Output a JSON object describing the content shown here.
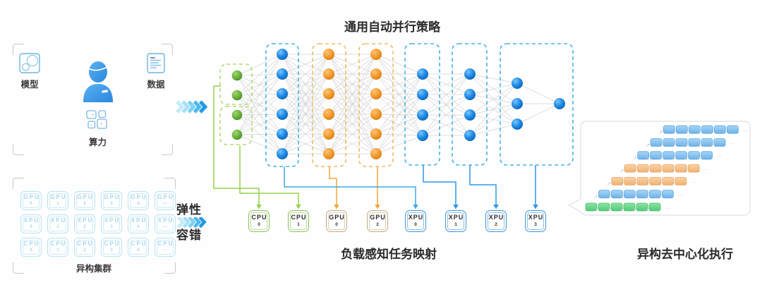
{
  "title": "通用自动并行策略",
  "left_panel": {
    "model_label": "模型",
    "data_label": "数据",
    "compute_label": "算力"
  },
  "cluster": {
    "caption": "异构集群",
    "rows": [
      {
        "type": "GPU",
        "units": [
          "0",
          "1",
          "2",
          "3",
          "4",
          "⋯"
        ]
      },
      {
        "type": "XPU",
        "units": [
          "0",
          "1",
          "2",
          "3",
          "4",
          "⋯"
        ]
      },
      {
        "type": "CPU",
        "units": [
          "0",
          "1",
          "2",
          "3",
          "4",
          "⋯"
        ]
      }
    ]
  },
  "elastic": {
    "top": "弹性",
    "bottom": "容错"
  },
  "network": {
    "layers": [
      {
        "color": "green",
        "nodes": 4,
        "groups": 2
      },
      {
        "color": "blue",
        "nodes": 6,
        "groups": 1
      },
      {
        "color": "orange",
        "nodes": 6,
        "groups": 1
      },
      {
        "color": "orange",
        "nodes": 6,
        "groups": 1
      },
      {
        "color": "blue",
        "nodes": 4,
        "groups": 1
      },
      {
        "color": "blue",
        "nodes": 4,
        "groups": 1
      },
      {
        "color": "blue",
        "nodes": 3,
        "groups": 1,
        "output_node": true
      }
    ]
  },
  "mapping": {
    "caption": "负载感知任务映射",
    "devices": [
      {
        "type": "CPU",
        "id": "0"
      },
      {
        "type": "CPU",
        "id": "1"
      },
      {
        "type": "GPU",
        "id": "0"
      },
      {
        "type": "GPU",
        "id": "2"
      },
      {
        "type": "XPU",
        "id": "0"
      },
      {
        "type": "XPU",
        "id": "1"
      },
      {
        "type": "XPU",
        "id": "2"
      },
      {
        "type": "XPU",
        "id": "3"
      }
    ]
  },
  "execution": {
    "caption": "异构去中心化执行",
    "rows_bottom_to_top": [
      {
        "color": "green",
        "count": 6,
        "label": "·····"
      },
      {
        "color": "blue",
        "count": 6,
        "label": "·····"
      },
      {
        "color": "orange",
        "count": 6,
        "label": "·····"
      },
      {
        "color": "orange",
        "count": 6,
        "label": "·····"
      },
      {
        "color": "blue",
        "count": 6,
        "label": "·····"
      },
      {
        "color": "blue",
        "count": 6,
        "label": "·····"
      },
      {
        "color": "blue",
        "count": 6,
        "label": "·····"
      }
    ]
  },
  "colors": {
    "green_node": "#6db53e",
    "blue_node": "#1f8ce8",
    "orange_node": "#f59d2e",
    "green_dash": "#b5d977",
    "blue_dash": "#44b3e8",
    "orange_dash": "#f0ba62",
    "cpu_chip": "#8cc152",
    "gpu_chip": "#c7a97f",
    "xpu_chip": "#3e97d8",
    "cluster_chip": "#b9e2f3",
    "arrow_green": "#95d14d",
    "arrow_orange": "#f2a63b",
    "arrow_blue": "#2f97e6"
  }
}
